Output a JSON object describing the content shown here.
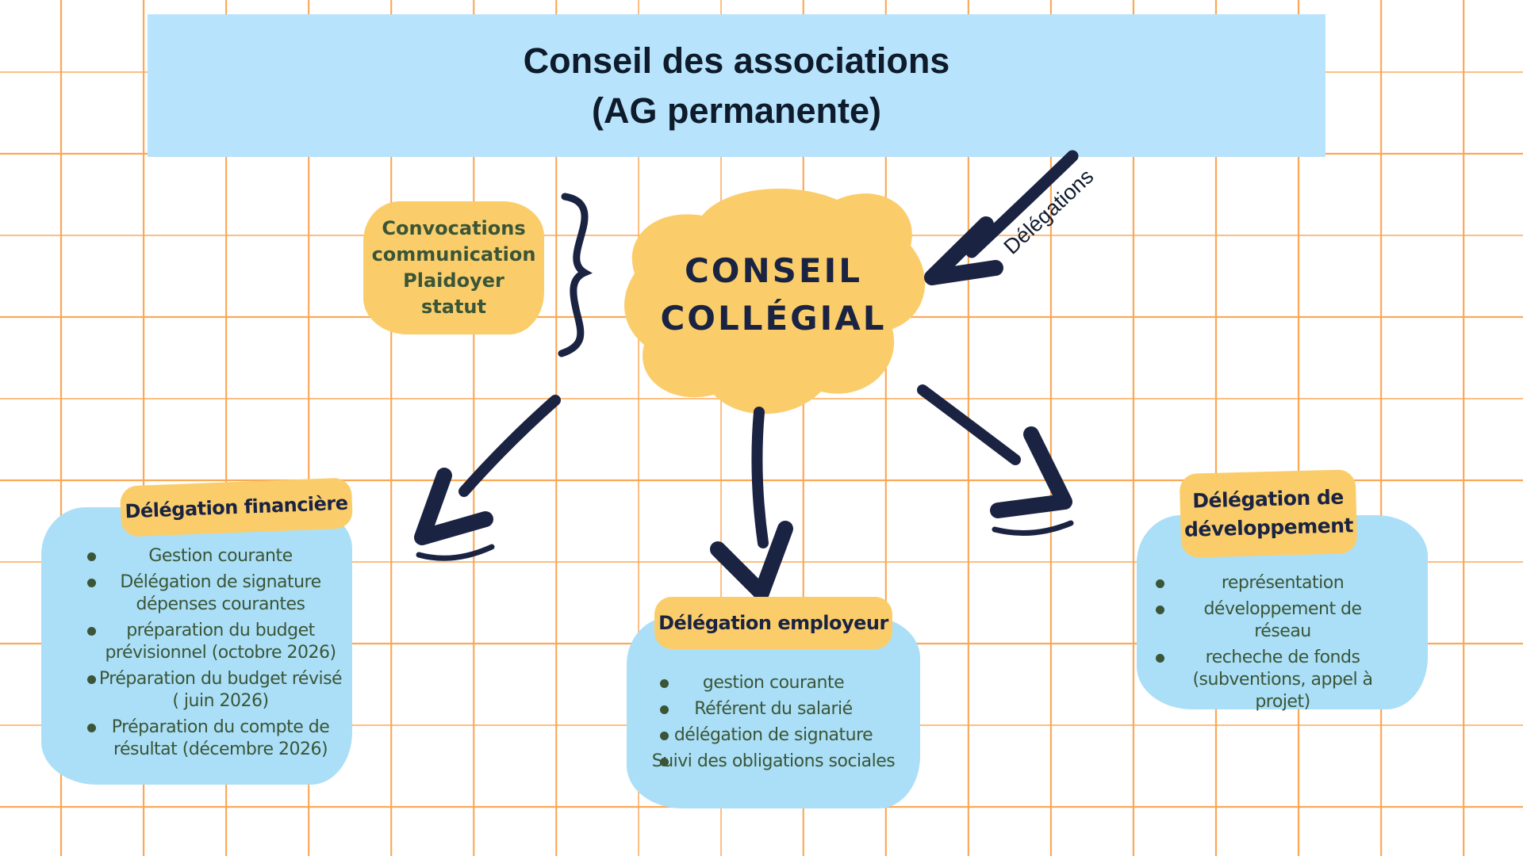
{
  "header": {
    "title_line1": "Conseil des associations",
    "title_line2": "(AG permanente)"
  },
  "central_node": {
    "label_line1": "CONSEIL",
    "label_line2": "COLLÉGIAL"
  },
  "side_note": {
    "lines": [
      "Convocations",
      "communication",
      "Plaidoyer",
      "statut"
    ]
  },
  "delegations_arrow_label": "Délégations",
  "boxes": [
    {
      "id": "financiere",
      "title": "Délégation financière",
      "items": [
        "Gestion courante",
        "Délégation de signature dépenses courantes",
        "préparation du budget prévisionnel (octobre 2026)",
        "Préparation du budget révisé ( juin 2026)",
        "Préparation du compte de résultat (décembre 2026)"
      ]
    },
    {
      "id": "employeur",
      "title": "Délégation employeur",
      "items": [
        "gestion courante",
        "Référent du salarié",
        "délégation de signature",
        "Suivi des obligations sociales"
      ]
    },
    {
      "id": "developpement",
      "title": "Délégation de développement",
      "items": [
        "représentation",
        "développement de réseau",
        "recheche de fonds (subventions, appel à projet)"
      ]
    }
  ],
  "colors": {
    "grid_line": "#FBA551",
    "banner_bg": "#B8E3FC",
    "box_bg": "#ABDFF7",
    "accent_yellow": "#FACD6A",
    "ink_navy": "#1A2342",
    "text_green": "#3A5537",
    "banner_text": "#0D1B2A"
  }
}
